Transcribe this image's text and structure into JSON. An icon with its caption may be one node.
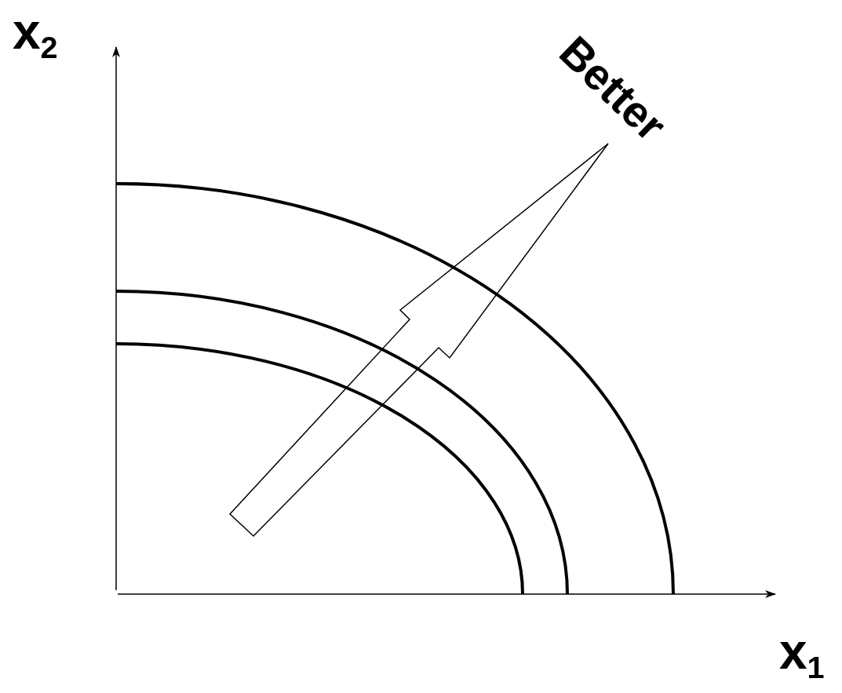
{
  "diagram": {
    "labels": [
      "x$_{2}$",
      "Better",
      "x$_{1}$"
    ]
  }
}
